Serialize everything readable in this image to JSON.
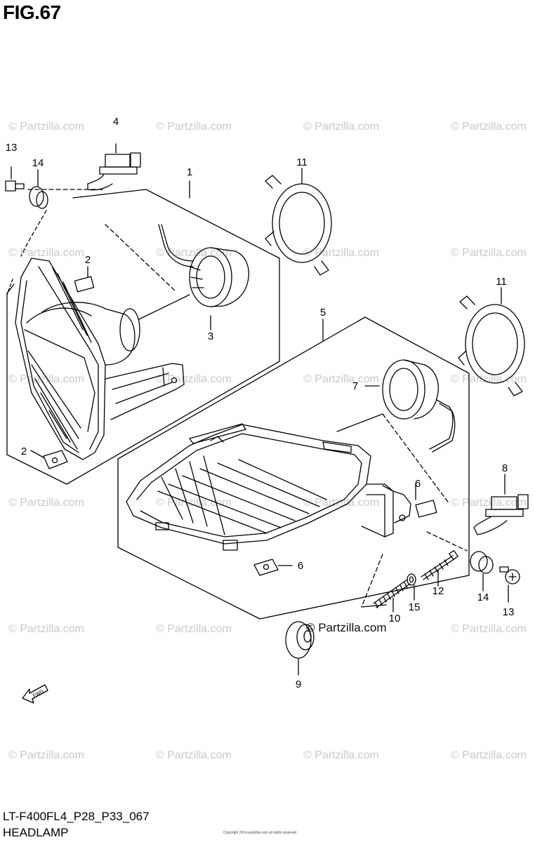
{
  "figure": {
    "title": "FIG.67",
    "model_code": "LT-F400FL4_P28_P33_067",
    "section_name": "HEADLAMP",
    "copyright_fineprint": "Copyright 2014 partzilla.com all rights reserved"
  },
  "watermark": {
    "text": "© Partzilla.com",
    "strong_text": "© Partzilla.com"
  },
  "callouts": [
    "1",
    "2",
    "2",
    "3",
    "4",
    "5",
    "6",
    "6",
    "7",
    "8",
    "9",
    "10",
    "11",
    "11",
    "12",
    "13",
    "13",
    "14",
    "14",
    "15"
  ],
  "fwd_label": "FWD"
}
